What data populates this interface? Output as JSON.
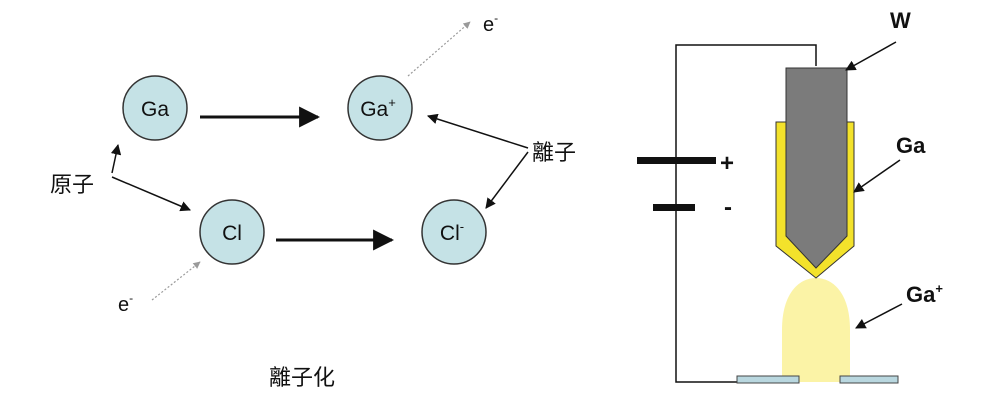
{
  "colors": {
    "atom_fill": "#c5e2e6",
    "atom_stroke": "#333333",
    "tip_fill": "#7b7b7b",
    "coating_fill": "#f3e22b",
    "plume_fill": "#fbf3a6",
    "plate_fill": "#b9d7df",
    "line": "#111111",
    "dotted_arrow": "#999999"
  },
  "ionization": {
    "ga_atom": "Ga",
    "ga_ion": "Ga",
    "ga_ion_charge": "+",
    "cl_atom": "Cl",
    "cl_ion": "Cl",
    "cl_ion_charge": "-",
    "electron_out": "e",
    "electron_out_charge": "-",
    "electron_in": "e",
    "electron_in_charge": "-",
    "atom_label": "原子",
    "ion_label": "離子",
    "caption": "離子化"
  },
  "source": {
    "tungsten_label": "W",
    "gallium_label": "Ga",
    "ion_beam_label": "Ga",
    "ion_beam_charge": "+",
    "battery_positive": "+",
    "battery_negative": "-"
  }
}
